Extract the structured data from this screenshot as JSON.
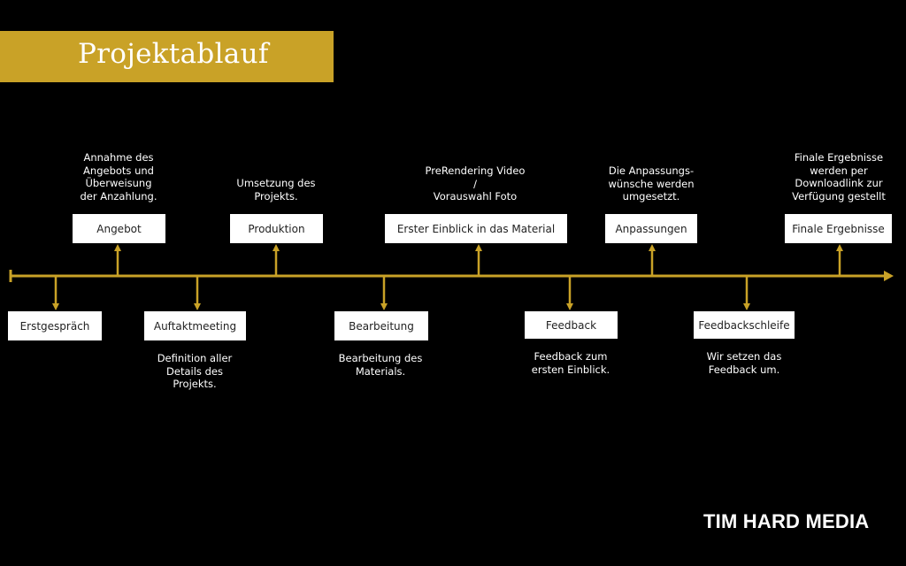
{
  "title": "Projektablauf",
  "brand": "TIM HARD MEDIA",
  "colors": {
    "accent": "#c9a227",
    "background": "#000000",
    "box": "#ffffff"
  },
  "steps_above": [
    {
      "label": "Angebot",
      "description": "Annahme des\nAngebots und\nÜberweisung\nder Anzahlung."
    },
    {
      "label": "Produktion",
      "description": "Umsetzung des\nProjekts."
    },
    {
      "label": "Erster Einblick in das Material",
      "description": "PreRendering Video\n/\nVorauswahl Foto"
    },
    {
      "label": "Anpassungen",
      "description": "Die Anpassungs-\nwünsche werden\numgesetzt."
    },
    {
      "label": "Finale Ergebnisse",
      "description": "Finale Ergebnisse\nwerden per\nDownloadlink zur\nVerfügung gestellt"
    }
  ],
  "steps_below": [
    {
      "label": "Erstgespräch",
      "description": ""
    },
    {
      "label": "Auftaktmeeting",
      "description": "Definition aller\nDetails des\nProjekts."
    },
    {
      "label": "Bearbeitung",
      "description": "Bearbeitung des\nMaterials."
    },
    {
      "label": "Feedback",
      "description": "Feedback zum\nersten Einblick."
    },
    {
      "label": "Feedbackschleife",
      "description": "Wir setzen das\nFeedback um."
    }
  ]
}
